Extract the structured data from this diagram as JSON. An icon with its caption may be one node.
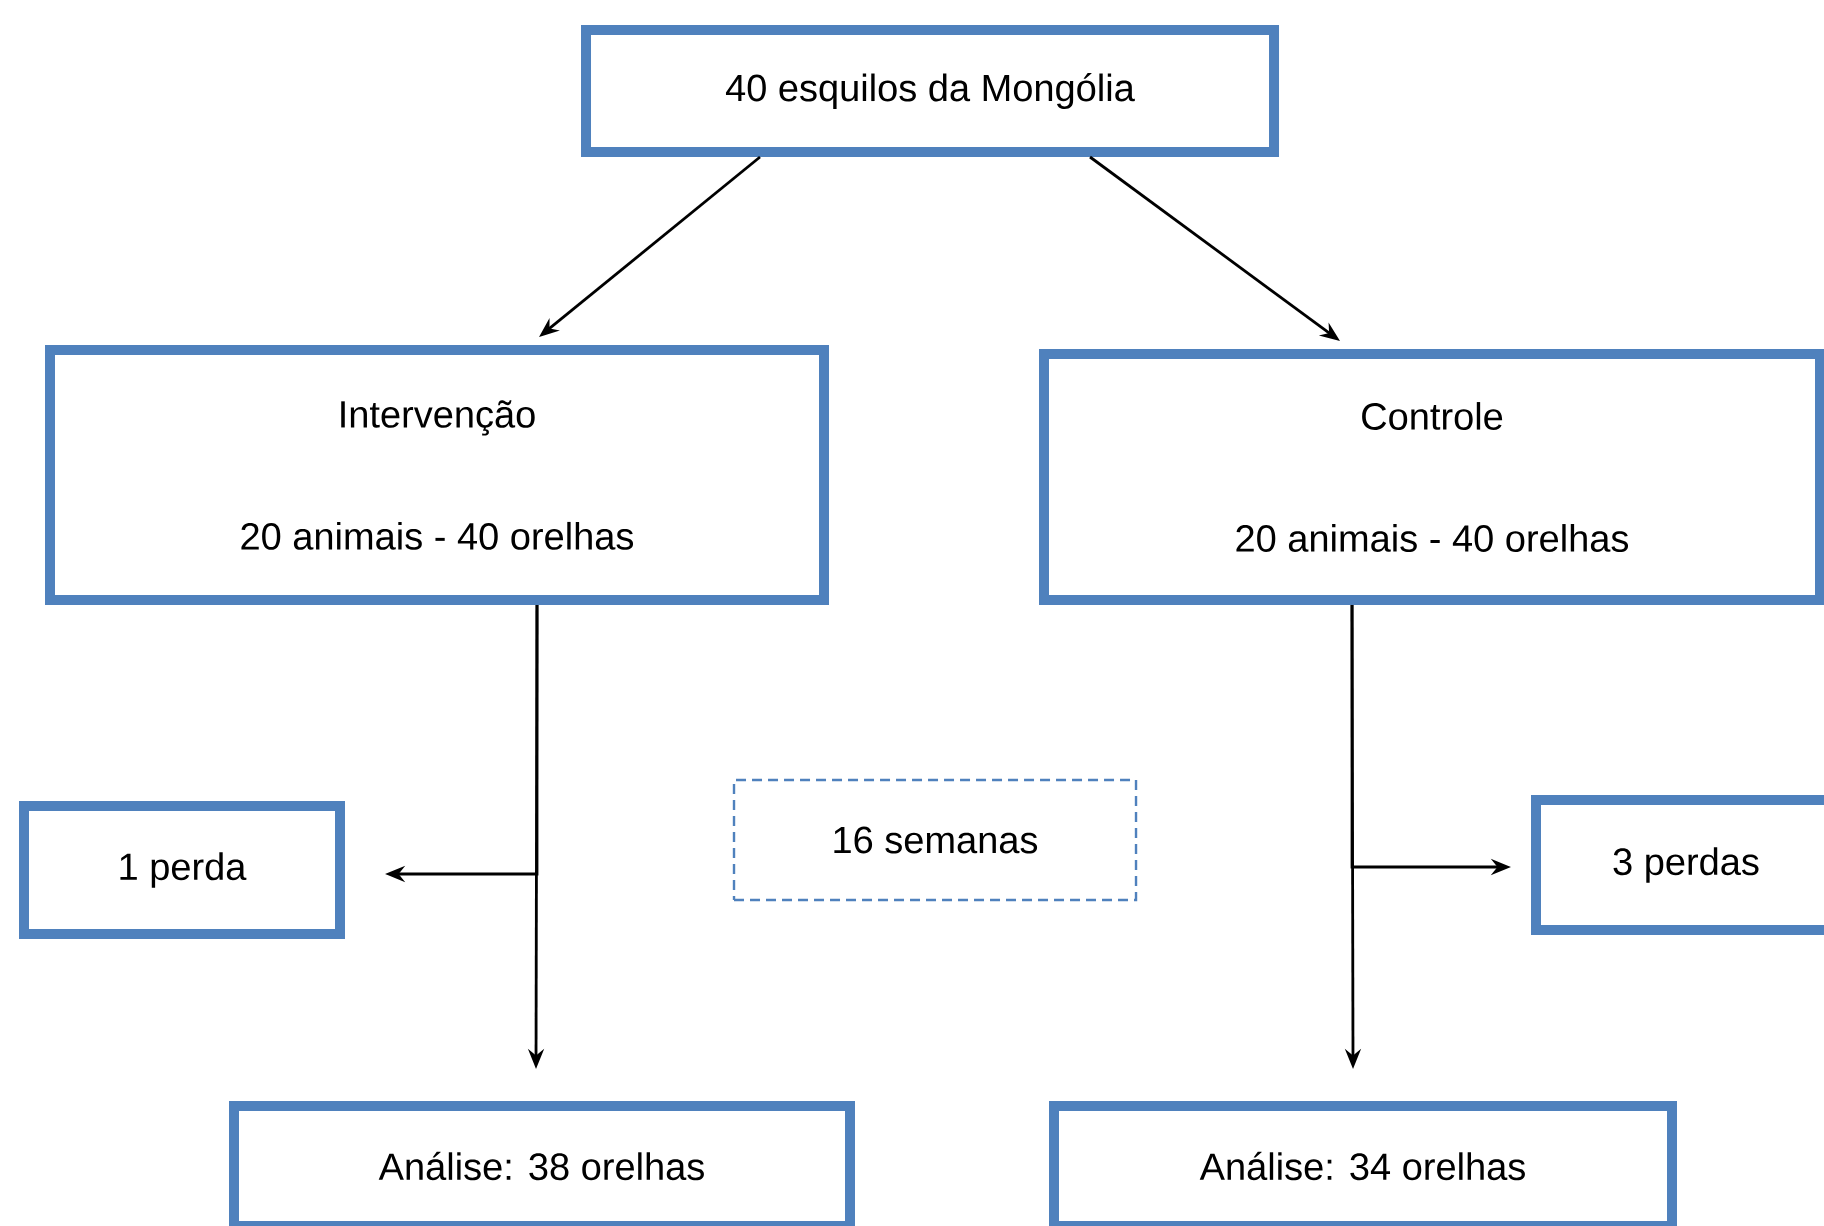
{
  "diagram": {
    "nodes": [
      {
        "text": [
          "40 esquilos da Mongólia"
        ]
      },
      {
        "text": [
          "Intervenção",
          "20 animais - 40 orelhas"
        ]
      },
      {
        "text": [
          "Controle",
          "20 animais - 40 orelhas"
        ]
      },
      {
        "text": [
          "1 perda"
        ]
      },
      {
        "text": [
          "16 semanas"
        ]
      },
      {
        "text": [
          "3 perdas"
        ]
      },
      {
        "text": [
          "Análise: 38 orelhas"
        ]
      },
      {
        "text": [
          "Análise: 34 orelhas"
        ]
      }
    ],
    "edges": [
      {
        "from": 0,
        "to": 1,
        "arrow": "to"
      },
      {
        "from": 0,
        "to": 2,
        "arrow": "to"
      },
      {
        "from": 1,
        "to": 6,
        "arrow": "to"
      },
      {
        "from": 1,
        "to": 3,
        "arrow": "to"
      },
      {
        "from": 2,
        "to": 7,
        "arrow": "to"
      },
      {
        "from": 2,
        "to": 5,
        "arrow": "to"
      }
    ]
  }
}
